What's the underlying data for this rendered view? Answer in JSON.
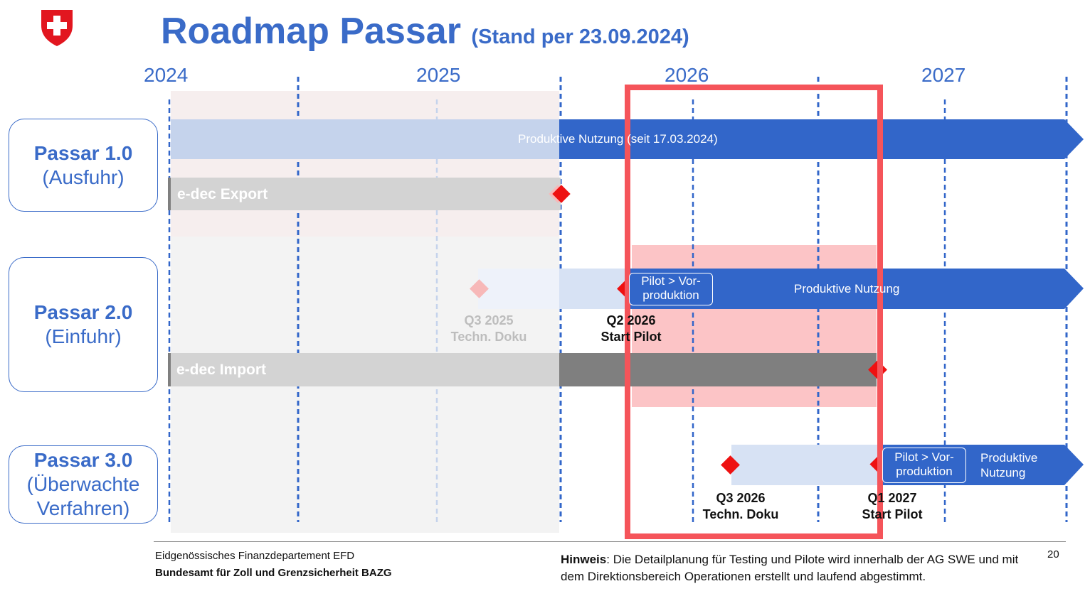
{
  "header": {
    "title": "Roadmap Passar",
    "subtitle": "(Stand per 23.09.2024)"
  },
  "timeline": {
    "years": [
      "2024",
      "2025",
      "2026",
      "2027"
    ]
  },
  "rows": [
    {
      "name": "Passar 1.0",
      "sub": "(Ausfuhr)"
    },
    {
      "name": "Passar 2.0",
      "sub": "(Einfuhr)"
    },
    {
      "name": "Passar 3.0",
      "sub": "(Überwachte Verfahren)"
    }
  ],
  "bars": {
    "p1_label": "Produktive Nutzung (seit 17.03.2024)",
    "edec_export": "e-dec Export",
    "p2_tag": "Pilot > Vor-produktion",
    "p2_label": "Produktive Nutzung",
    "edec_import": "e-dec Import",
    "p3_tag": "Pilot > Vor-produktion",
    "p3_label": "Produktive Nutzung"
  },
  "milestones": {
    "p2_doku": {
      "date": "Q3 2025",
      "text": "Techn. Doku"
    },
    "p2_pilot": {
      "date": "Q2 2026",
      "text": "Start Pilot"
    },
    "p3_doku": {
      "date": "Q3 2026",
      "text": "Techn. Doku"
    },
    "p3_pilot": {
      "date": "Q1 2027",
      "text": "Start Pilot"
    }
  },
  "footer": {
    "dept": "Eidgenössisches Finanzdepartement EFD",
    "office": "Bundesamt für Zoll und Grenzsicherheit BAZG",
    "hint_label": "Hinweis",
    "hint_text": ": Die Detailplanung für Testing und Pilote wird innerhalb der AG SWE und mit dem Direktionsbereich Operationen erstellt und laufend abgestimmt.",
    "page": "20"
  },
  "colors": {
    "brand_blue": "#3266c9",
    "light_blue": "#c5d3ec",
    "pale_blue": "#d7e2f4",
    "gray_bar": "#d3d3d3",
    "dark_gray": "#7f7f7f",
    "milestone_red": "#ee1111",
    "highlight_red": "#f5545a",
    "swiss_red": "#e2161f"
  }
}
